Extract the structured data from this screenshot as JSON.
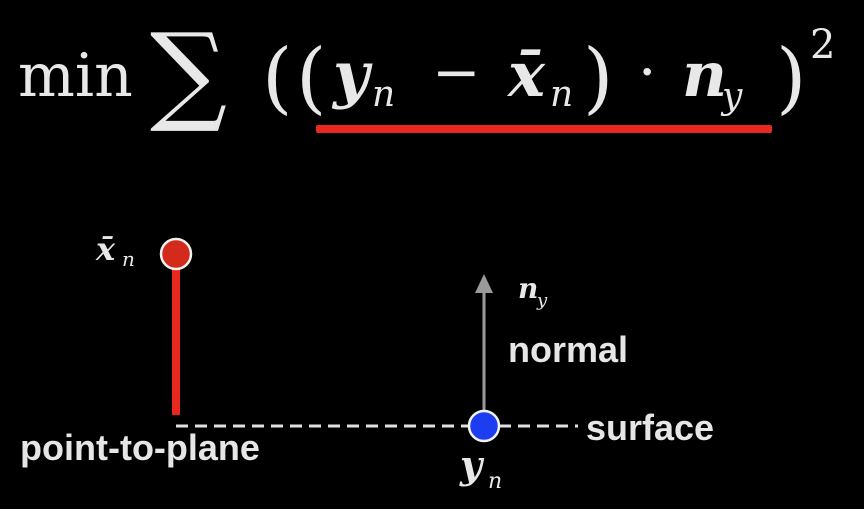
{
  "formula": {
    "min": "min",
    "sum": "∑",
    "open_outer": "(",
    "open_inner": "(",
    "y": "y",
    "y_sub": "n",
    "minus": "−",
    "xbar": "x̄",
    "x_sub": "n",
    "close_inner": ")",
    "dot": "·",
    "n": "n",
    "n_sub": "y",
    "close_outer": ")",
    "exponent": "2"
  },
  "diagram": {
    "source_point": {
      "base": "x̄",
      "sub": "n"
    },
    "target_point": {
      "base": "y",
      "sub": "n"
    },
    "normal_symbol": {
      "base": "n",
      "sub": "y"
    },
    "normal_label": "normal",
    "surface_label": "surface",
    "method_label": "point-to-plane"
  },
  "colors": {
    "background": "#000000",
    "text": "#e8e8e8",
    "highlight": "#e8281c",
    "source_point": "#d42a1c",
    "target_point": "#1c3ef0",
    "normal_arrow": "#9a9a9a",
    "surface_line": "#e0e0e0"
  }
}
